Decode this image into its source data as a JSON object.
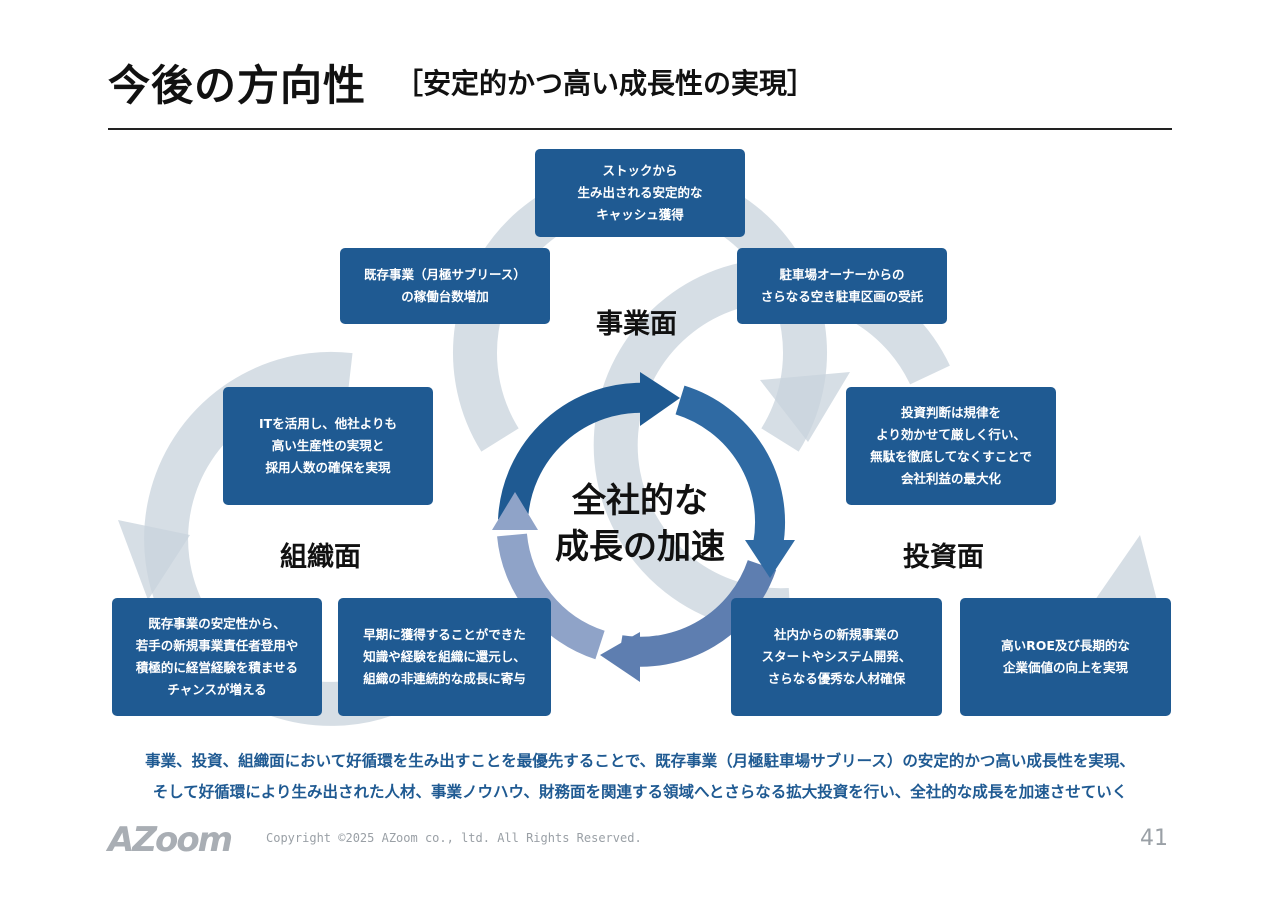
{
  "header": {
    "title": "今後の方向性",
    "subtitle": "［安定的かつ高い成長性の実現］"
  },
  "colors": {
    "box_fill": "#1f5a92",
    "ring_light": "#c8d3dc",
    "ring_dark": "#1f5a92",
    "ring_mid": "#5e7eb0",
    "ring_pale": "#8fa3c8"
  },
  "sections": {
    "business": "事業面",
    "organization": "組織面",
    "investment": "投資面"
  },
  "center": {
    "text": "全社的な\n成長の加速"
  },
  "boxes": {
    "stock_cash": "ストックから\n生み出される安定的な\nキャッシュ獲得",
    "existing_ops": "既存事業（月極サブリース）\nの稼働台数増加",
    "parking_owner": "駐車場オーナーからの\nさらなる空き駐車区画の受託",
    "it_productivity": "ITを活用し、他社よりも\n高い生産性の実現と\n採用人数の確保を実現",
    "investment_discipline": "投資判断は規律を\nより効かせて厳しく行い、\n無駄を徹底してなくすことで\n会社利益の最大化",
    "young_leaders": "既存事業の安定性から、\n若手の新規事業責任者登用や\n積極的に経営経験を積ませる\nチャンスが増える",
    "knowledge_return": "早期に獲得することができた\n知識や経験を組織に還元し、\n組織の非連続的な成長に寄与",
    "new_business": "社内からの新規事業の\nスタートやシステム開発、\nさらなる優秀な人材確保",
    "high_roe": "高いROE及び長期的な\n企業価値の向上を実現"
  },
  "summary": "事業、投資、組織面において好循環を生み出すことを最優先することで、既存事業（月極駐車場サブリース）の安定的かつ高い成長性を実現、\nそして好循環により生み出された人材、事業ノウハウ、財務面を関連する領域へとさらなる拡大投資を行い、全社的な成長を加速させていく",
  "footer": {
    "logo": "AZoom",
    "copyright": "Copyright ©2025 AZoom co., ltd. All Rights Reserved.",
    "page": "41"
  }
}
